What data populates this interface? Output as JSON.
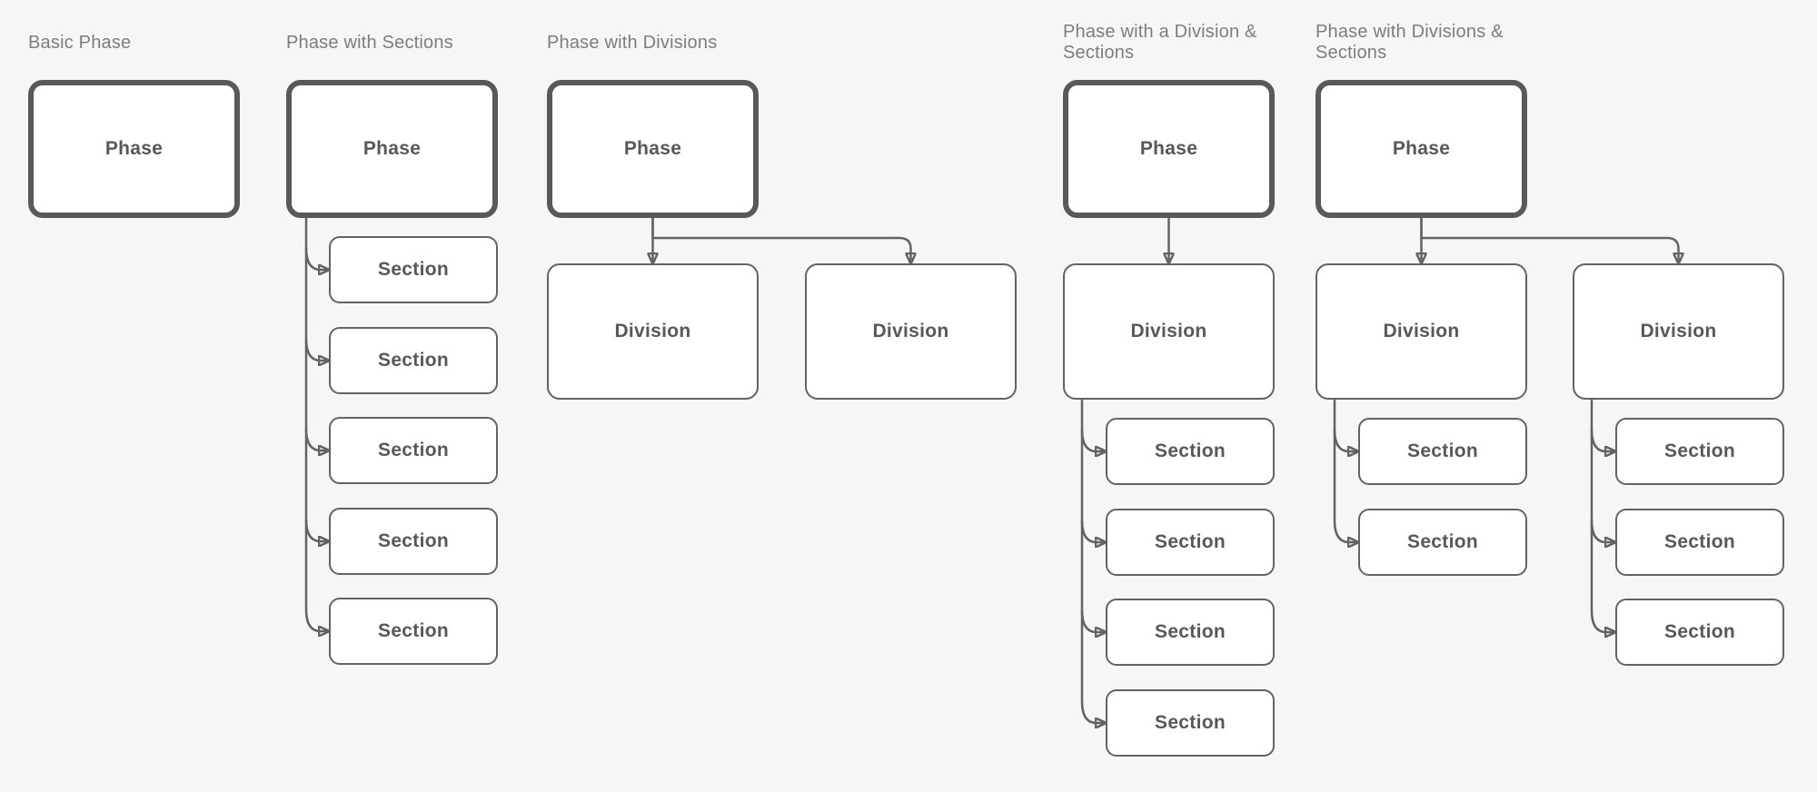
{
  "colors": {
    "bg": "#f5f6f8",
    "box_fill": "#ffffff",
    "phase_border": "#58595b",
    "outline": "#616365",
    "line": "#616365",
    "label": "#57585a",
    "title": "#7c7d7f"
  },
  "diagram": {
    "groups": [
      {
        "title": "Basic Phase",
        "phase_label": "Phase"
      },
      {
        "title": "Phase with Sections",
        "phase_label": "Phase",
        "sections": [
          "Section",
          "Section",
          "Section",
          "Section",
          "Section"
        ]
      },
      {
        "title": "Phase with Divisions",
        "phase_label": "Phase",
        "divisions": [
          {
            "label": "Division"
          },
          {
            "label": "Division"
          }
        ]
      },
      {
        "title": "Phase with a Division & Sections",
        "phase_label": "Phase",
        "divisions": [
          {
            "label": "Division",
            "sections": [
              "Section",
              "Section",
              "Section",
              "Section"
            ]
          }
        ]
      },
      {
        "title": "Phase with Divisions & Sections",
        "phase_label": "Phase",
        "divisions": [
          {
            "label": "Division",
            "sections": [
              "Section",
              "Section"
            ]
          },
          {
            "label": "Division",
            "sections": [
              "Section",
              "Section",
              "Section"
            ]
          }
        ]
      }
    ]
  }
}
